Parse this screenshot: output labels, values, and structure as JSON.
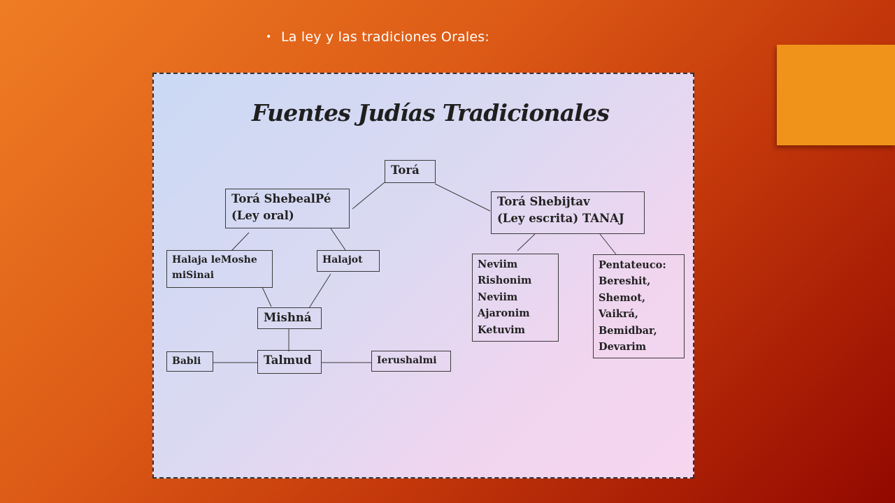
{
  "slide": {
    "bullet": "•",
    "heading": "La ley y las tradiciones Orales:"
  },
  "colors": {
    "background_start": "#ef7d24",
    "background_end": "#930800",
    "accent_box": "#f0931a",
    "diagram_bg_start": "#cbd9f4",
    "diagram_bg_end": "#f6d5ef"
  },
  "diagram": {
    "title": "Fuentes Judías Tradicionales",
    "nodes": {
      "tora": {
        "lines": [
          "Torá"
        ]
      },
      "tora_shebealpe": {
        "lines": [
          "Torá ShebealPé",
          "(Ley oral)"
        ]
      },
      "tora_shebijtav": {
        "lines": [
          "Torá Shebijtav",
          "(Ley escrita)  TANAJ"
        ]
      },
      "halaja_lemoshe": {
        "lines": [
          "Halaja leMoshe",
          "miSinai"
        ]
      },
      "halajot": {
        "lines": [
          "Halajot"
        ]
      },
      "neviim": {
        "lines": [
          "Neviim",
          "Rishonim",
          "Neviim",
          "Ajaronim",
          "Ketuvim"
        ]
      },
      "pentateuco": {
        "lines": [
          "Pentateuco:",
          "Bereshit,",
          "Shemot,",
          "Vaikrá,",
          "Bemidbar,",
          "Devarim"
        ]
      },
      "mishna": {
        "lines": [
          "Mishná"
        ]
      },
      "babli": {
        "lines": [
          "Babli"
        ]
      },
      "talmud": {
        "lines": [
          "Talmud"
        ]
      },
      "ierushalmi": {
        "lines": [
          "Ierushalmi"
        ]
      }
    },
    "edges": [
      [
        "tora",
        "tora_shebealpe"
      ],
      [
        "tora",
        "tora_shebijtav"
      ],
      [
        "tora_shebealpe",
        "halaja_lemoshe"
      ],
      [
        "tora_shebealpe",
        "halajot"
      ],
      [
        "halaja_lemoshe",
        "mishna"
      ],
      [
        "halajot",
        "mishna"
      ],
      [
        "mishna",
        "talmud"
      ],
      [
        "babli",
        "talmud"
      ],
      [
        "talmud",
        "ierushalmi"
      ],
      [
        "tora_shebijtav",
        "neviim"
      ],
      [
        "tora_shebijtav",
        "pentateuco"
      ]
    ]
  }
}
